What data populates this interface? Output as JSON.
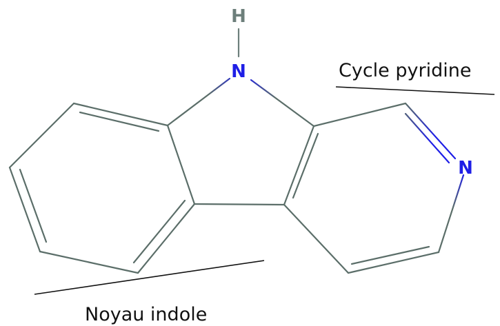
{
  "molecule": {
    "atoms": {
      "hydrogen": "H",
      "nitrogen_pyrrole": "N",
      "nitrogen_pyridine": "N"
    },
    "colors": {
      "bond": "#5b6e69",
      "nitrogen": "#1f1fe6",
      "hydrogen": "#6d7f7b",
      "annotation_line": "#111111"
    }
  },
  "annotations": {
    "pyridine_label": "Cycle pyridine",
    "indole_label": "Noyau indole"
  }
}
